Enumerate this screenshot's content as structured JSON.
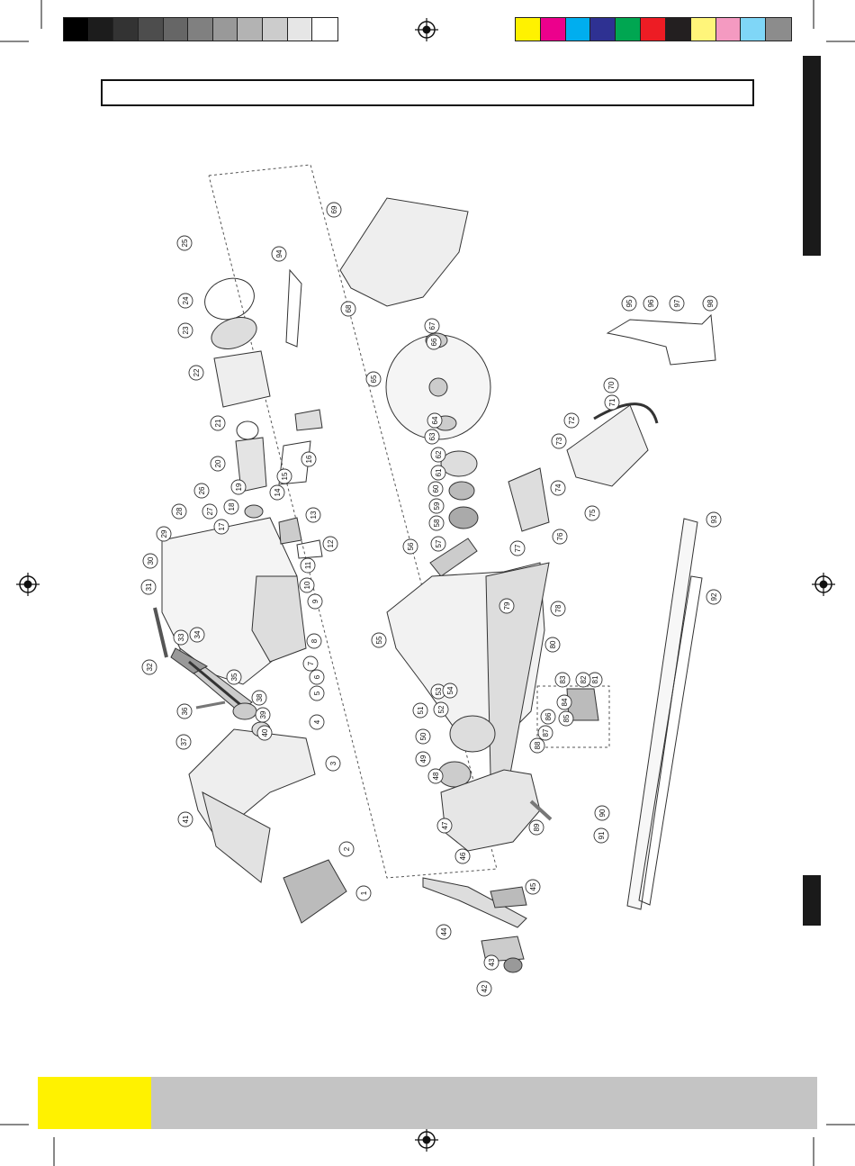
{
  "color_bar_gray": [
    "#000000",
    "#1c1c1c",
    "#333333",
    "#4d4d4d",
    "#666666",
    "#808080",
    "#999999",
    "#b3b3b3",
    "#cccccc",
    "#e6e6e6",
    "#ffffff"
  ],
  "color_bar_cmyk": [
    "#fff200",
    "#ec008c",
    "#00aeef",
    "#2e3192",
    "#00a651",
    "#ed1c24",
    "#231f20",
    "#fff57a",
    "#f49ac1",
    "#7fd6f7",
    "#8c8c8c"
  ],
  "accent_yellow": "#fff200",
  "footer_gray": "#c4c4c4",
  "registration_icon": "registration-target-icon",
  "parts": [
    "1",
    "2",
    "3",
    "4",
    "5",
    "6",
    "7",
    "8",
    "9",
    "10",
    "11",
    "12",
    "13",
    "14",
    "15",
    "16",
    "17",
    "18",
    "19",
    "20",
    "21",
    "22",
    "23",
    "24",
    "25",
    "26",
    "27",
    "28",
    "29",
    "30",
    "31",
    "32",
    "33",
    "34",
    "35",
    "36",
    "37",
    "38",
    "39",
    "40",
    "41",
    "42",
    "43",
    "44",
    "45",
    "46",
    "47",
    "48",
    "49",
    "50",
    "51",
    "52",
    "53",
    "54",
    "55",
    "56",
    "57",
    "58",
    "59",
    "60",
    "61",
    "62",
    "63",
    "64",
    "65",
    "66",
    "67",
    "68",
    "69",
    "70",
    "71",
    "72",
    "73",
    "74",
    "75",
    "76",
    "77",
    "78",
    "79",
    "80",
    "81",
    "82",
    "83",
    "84",
    "85",
    "86",
    "87",
    "88",
    "89",
    "90",
    "91",
    "92",
    "93",
    "94",
    "95",
    "96",
    "97",
    "98"
  ]
}
